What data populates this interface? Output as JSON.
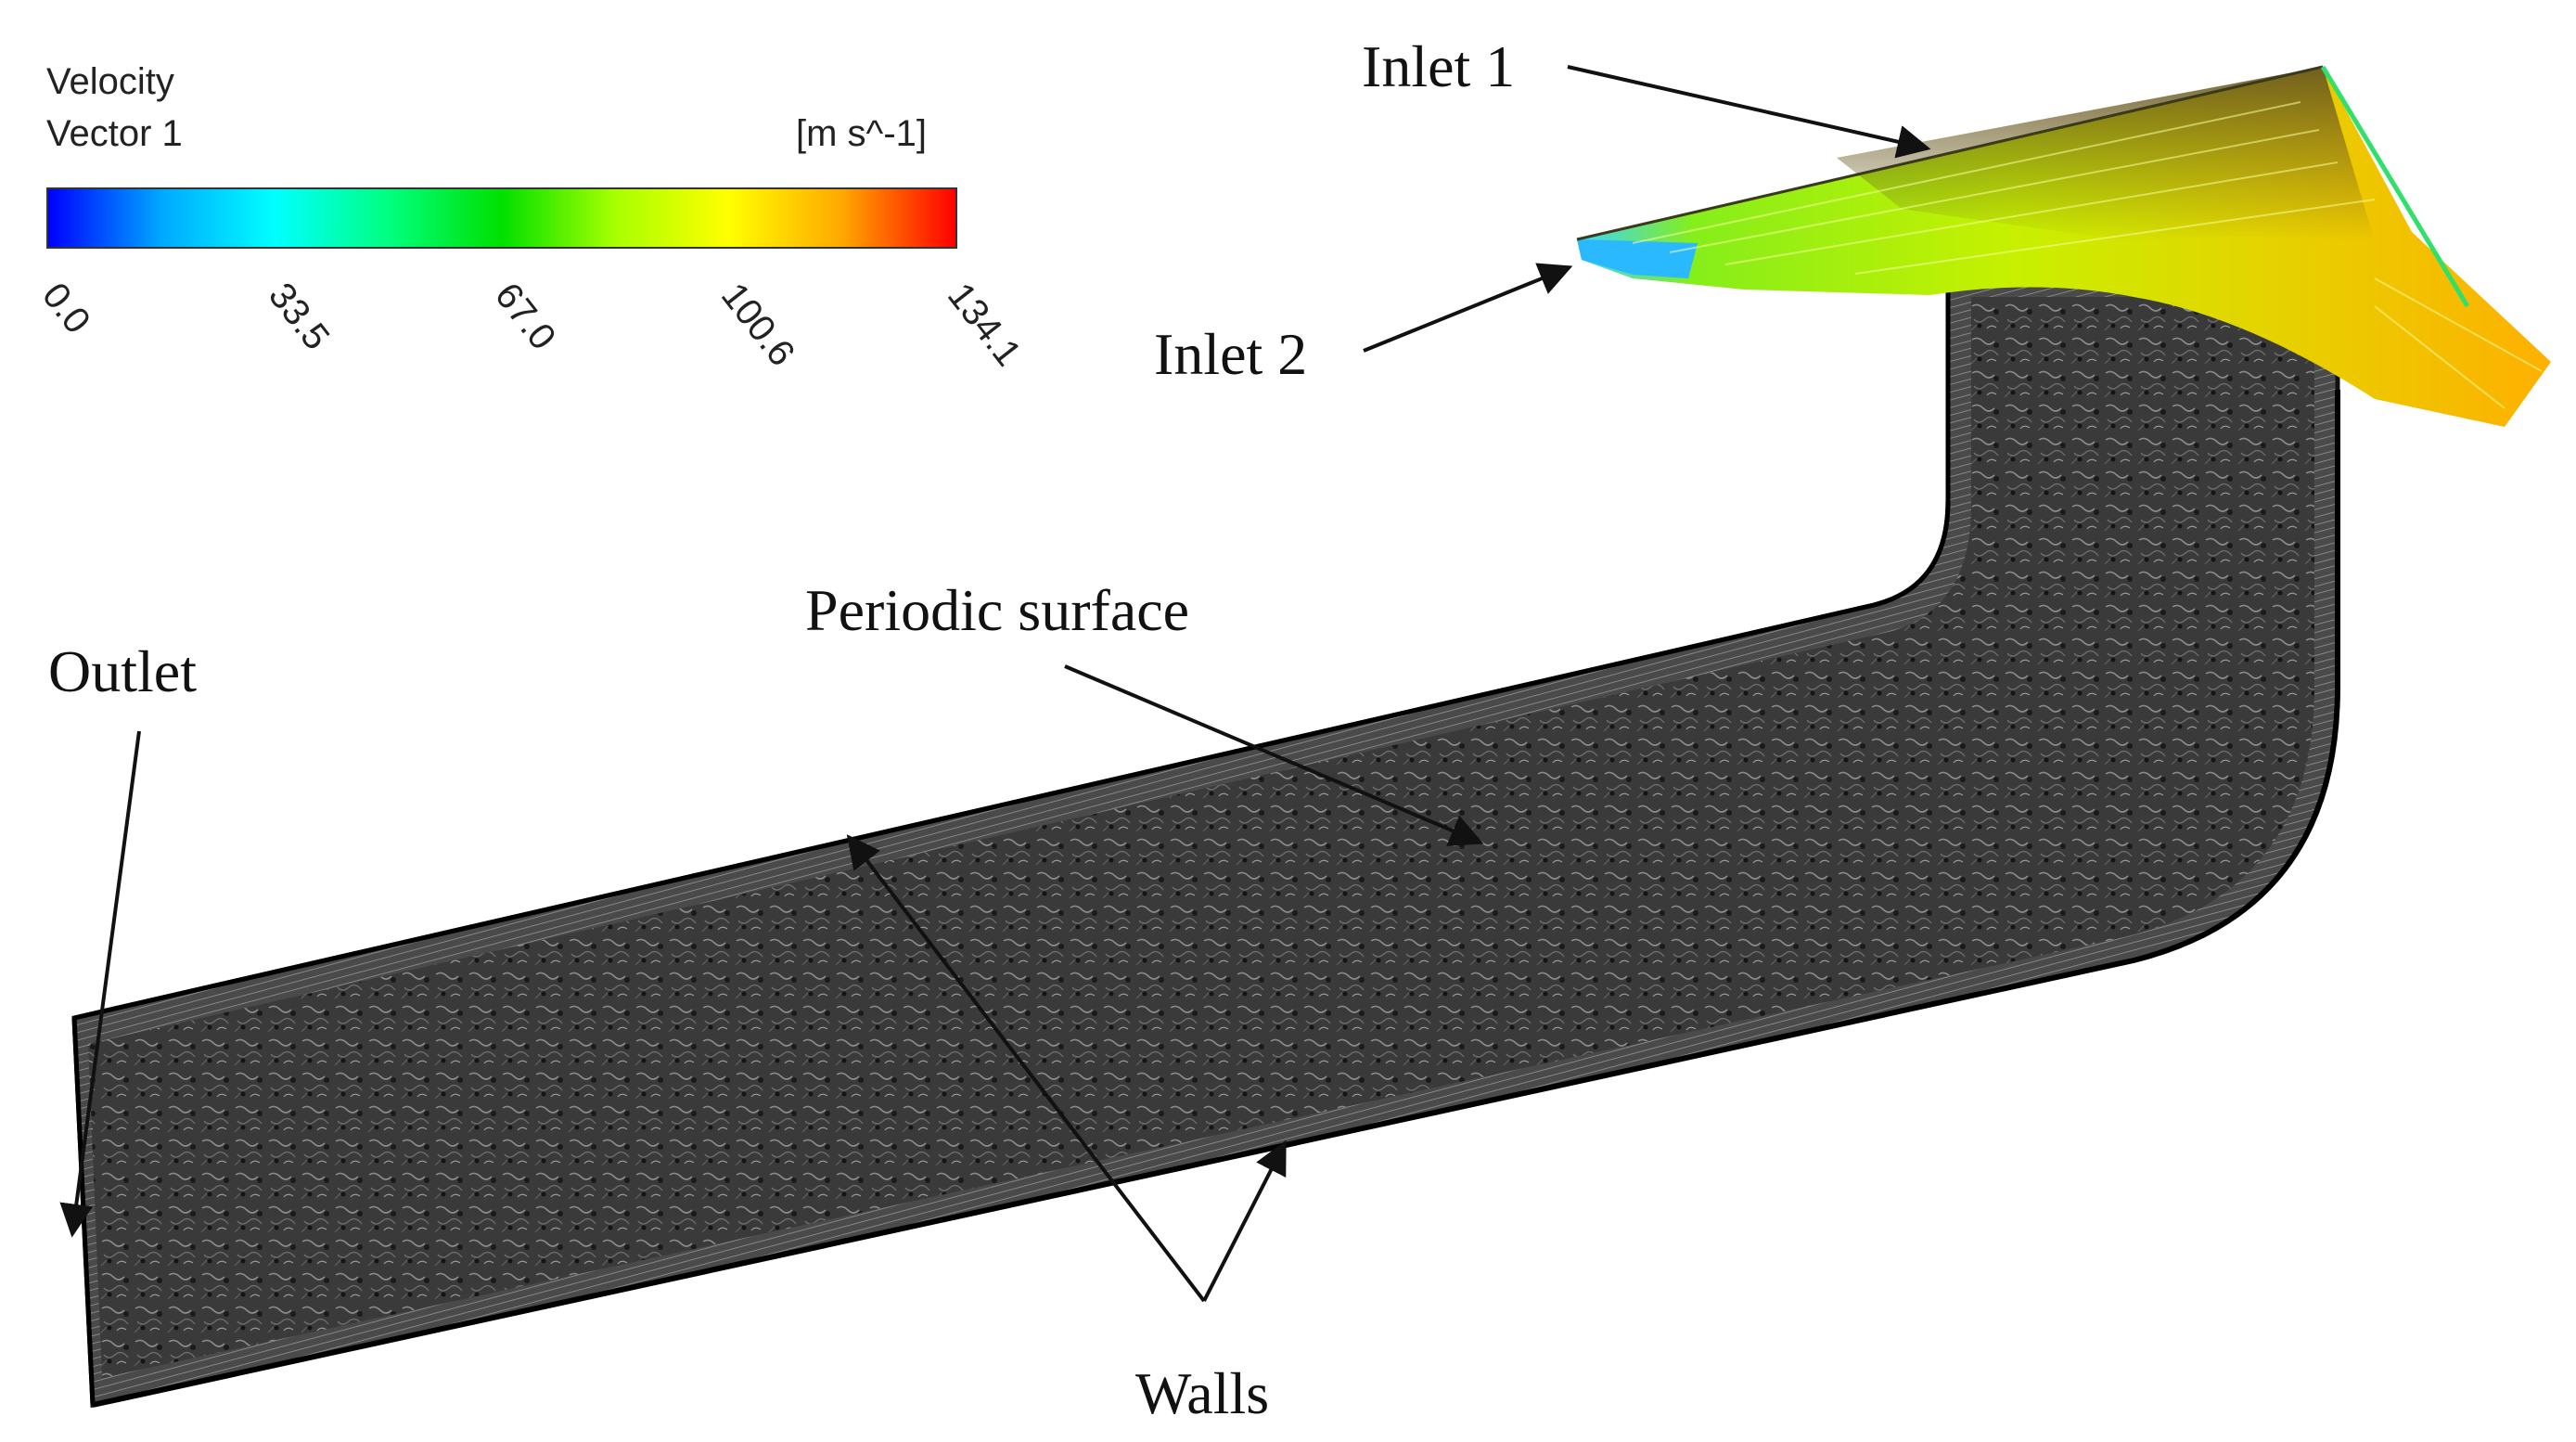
{
  "legend": {
    "title_line1": "Velocity",
    "title_line2": "Vector 1",
    "unit": "[m s^-1]",
    "ticks": [
      "0.0",
      "33.5",
      "67.0",
      "100.6",
      "134.1"
    ],
    "colormap": [
      "#0000ff",
      "#00a8ff",
      "#00ffff",
      "#00ff80",
      "#00e000",
      "#a8ff00",
      "#ffff00",
      "#ffa800",
      "#ff0000"
    ]
  },
  "labels": {
    "inlet1": "Inlet 1",
    "inlet2": "Inlet 2",
    "outlet": "Outlet",
    "periodic": "Periodic surface",
    "walls": "Walls"
  },
  "colors": {
    "pipe_body": "#3a3a3a",
    "pipe_edge": "#111111",
    "inlet_flow_high": "#ffa800",
    "inlet_flow_mid": "#a8ff00",
    "inlet_flow_low": "#00a8ff",
    "arrow": "#111111"
  }
}
